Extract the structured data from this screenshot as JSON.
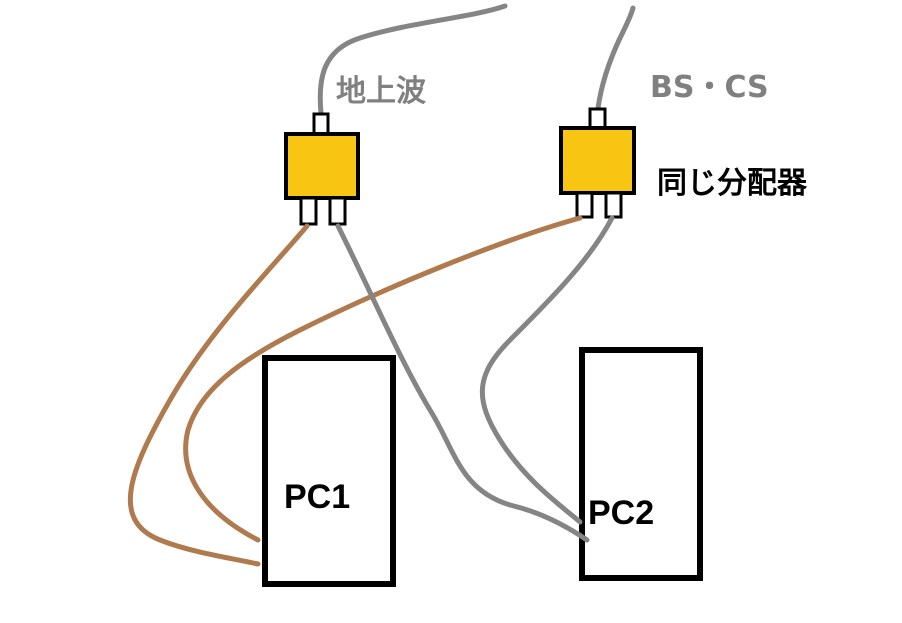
{
  "labels": {
    "terrestrial": "地上波",
    "bs_cs": "BS・CS",
    "same_splitter": "同じ分配器",
    "pc1": "PC1",
    "pc2": "PC2"
  },
  "colors": {
    "splitter_fill": "#f7c512",
    "cable_gray": "#858585",
    "cable_brown": "#b07a4f",
    "outline": "#000000"
  }
}
